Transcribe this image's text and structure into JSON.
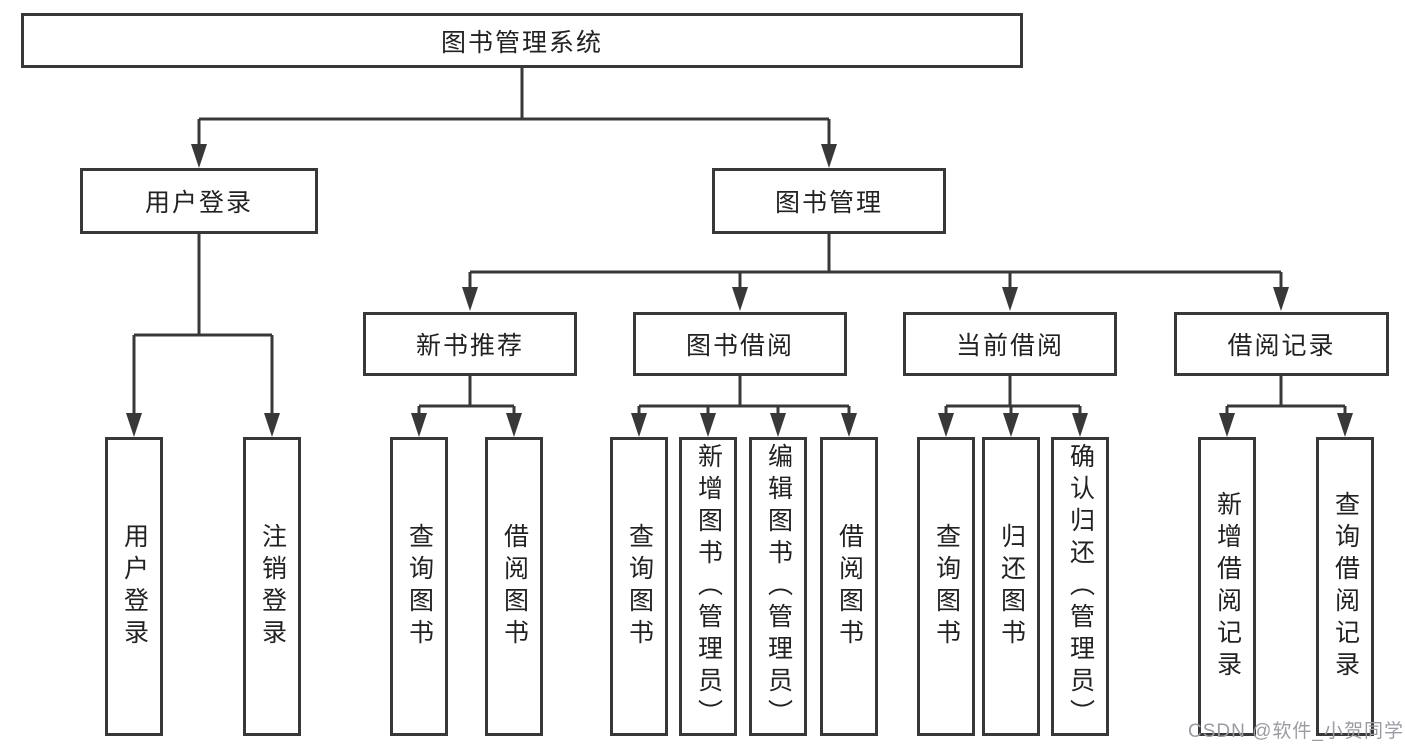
{
  "tree": {
    "root": "图书管理系统",
    "branches": [
      {
        "label": "用户登录",
        "leaves": [
          "用户登录",
          "注销登录"
        ]
      },
      {
        "label": "图书管理",
        "groups": [
          {
            "label": "新书推荐",
            "leaves": [
              "查询图书",
              "借阅图书"
            ]
          },
          {
            "label": "图书借阅",
            "leaves": [
              "查询图书",
              "新增图书（管理员）",
              "编辑图书（管理员）",
              "借阅图书"
            ]
          },
          {
            "label": "当前借阅",
            "leaves": [
              "查询图书",
              "归还图书",
              "确认归还（管理员）"
            ]
          },
          {
            "label": "借阅记录",
            "leaves": [
              "新增借阅记录",
              "查询借阅记录"
            ]
          }
        ]
      }
    ]
  },
  "watermark": "CSDN @软件_小贺同学",
  "colors": {
    "line": "#383838",
    "border": "#383838",
    "text": "#222222",
    "watermark": "#9b9ba3",
    "background": "#ffffff"
  }
}
